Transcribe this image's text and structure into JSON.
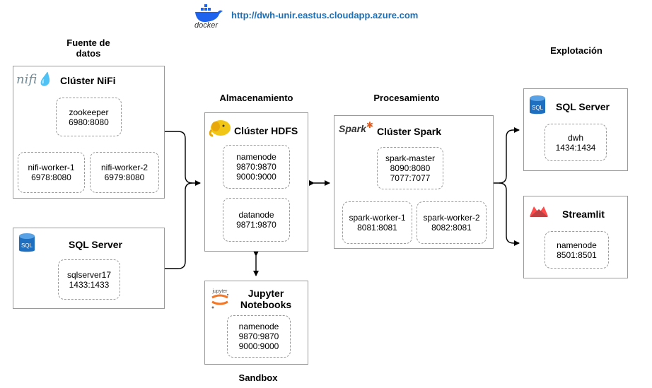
{
  "header": {
    "docker_label": "docker",
    "url": "http://dwh-unir.eastus.cloudapp.azure.com"
  },
  "sections": {
    "fuente_line1": "Fuente de",
    "fuente_line2": "datos",
    "almacenamiento": "Almacenamiento",
    "procesamiento": "Procesamiento",
    "explotacion": "Explotación",
    "sandbox": "Sandbox"
  },
  "nifi": {
    "logo_text": "nifi",
    "title": "Clúster NiFi",
    "zookeeper": {
      "name": "zookeeper",
      "ports": "6980:8080"
    },
    "worker1": {
      "name": "nifi-worker-1",
      "ports": "6978:8080"
    },
    "worker2": {
      "name": "nifi-worker-2",
      "ports": "6979:8080"
    }
  },
  "sql_source": {
    "logo_text": "SQL",
    "title": "SQL Server",
    "node": {
      "name": "sqlserver17",
      "ports": "1433:1433"
    }
  },
  "hdfs": {
    "title": "Clúster HDFS",
    "namenode": {
      "name": "namenode",
      "port1": "9870:9870",
      "port2": "9000:9000"
    },
    "datanode": {
      "name": "datanode",
      "ports": "9871:9870"
    }
  },
  "jupyter": {
    "logo_text": "jupyter",
    "title_line1": "Jupyter",
    "title_line2": "Notebooks",
    "node": {
      "name": "namenode",
      "port1": "9870:9870",
      "port2": "9000:9000"
    }
  },
  "spark": {
    "logo_text": "Spark",
    "title": "Clúster Spark",
    "master": {
      "name": "spark-master",
      "port1": "8090:8080",
      "port2": "7077:7077"
    },
    "worker1": {
      "name": "spark-worker-1",
      "ports": "8081:8081"
    },
    "worker2": {
      "name": "spark-worker-2",
      "ports": "8082:8081"
    }
  },
  "sql_target": {
    "logo_text": "SQL",
    "title": "SQL Server",
    "node": {
      "name": "dwh",
      "ports": "1434:1434"
    }
  },
  "streamlit": {
    "title": "Streamlit",
    "node": {
      "name": "namenode",
      "ports": "8501:8501"
    }
  },
  "colors": {
    "url": "#1b6fb5",
    "docker": "#1d63ed",
    "nifi": "#728e9b",
    "sql": "#1f6fc1",
    "hadoop": "#f2c617",
    "spark": "#e25a1c",
    "streamlit": "#ff4b4b",
    "jupyter": "#f37726"
  }
}
